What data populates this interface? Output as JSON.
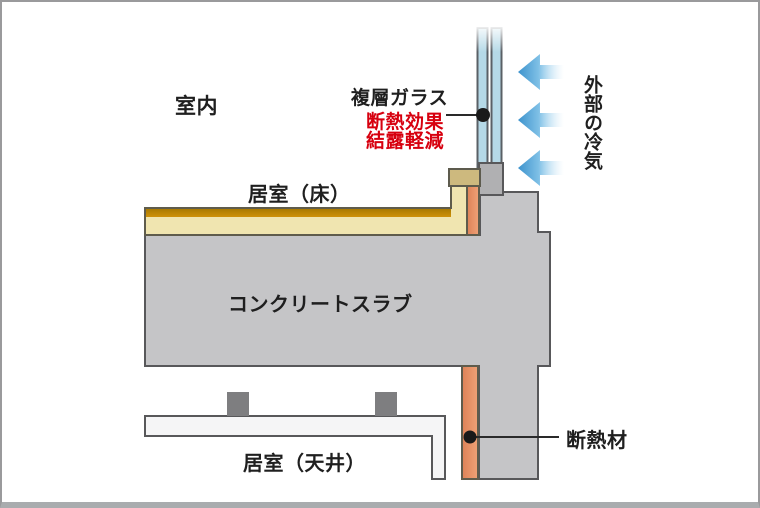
{
  "diagram": {
    "type": "building-section-detail",
    "room_labels": {
      "indoor": "室内",
      "living_room_floor": "居室（床）",
      "concrete_slab": "コンクリートスラブ",
      "living_room_ceiling": "居室（天井）"
    },
    "annotations": {
      "glazing": {
        "label": "複層ガラス",
        "benefits": [
          "断熱効果",
          "結露軽減"
        ],
        "benefit_color": "#d7000f"
      },
      "insulation": {
        "label": "断熱材"
      },
      "cold_air": {
        "label": "外部の冷気"
      }
    },
    "colors": {
      "concrete": "#c5c5c7",
      "window_frame": "#b0b0b2",
      "wood_sill": "#cdb97e",
      "floor_finish_amber": "#bf8300",
      "floor_base_cream": "#f0e5b0",
      "insulation_salmon": "#e8946a",
      "glass_blue": "#b5d9e7",
      "arrow_blue": "#3d93cd",
      "outline": "#58585a",
      "ceiling_panel": "#f5f5f6",
      "hanger_gray": "#7e7e80"
    }
  }
}
